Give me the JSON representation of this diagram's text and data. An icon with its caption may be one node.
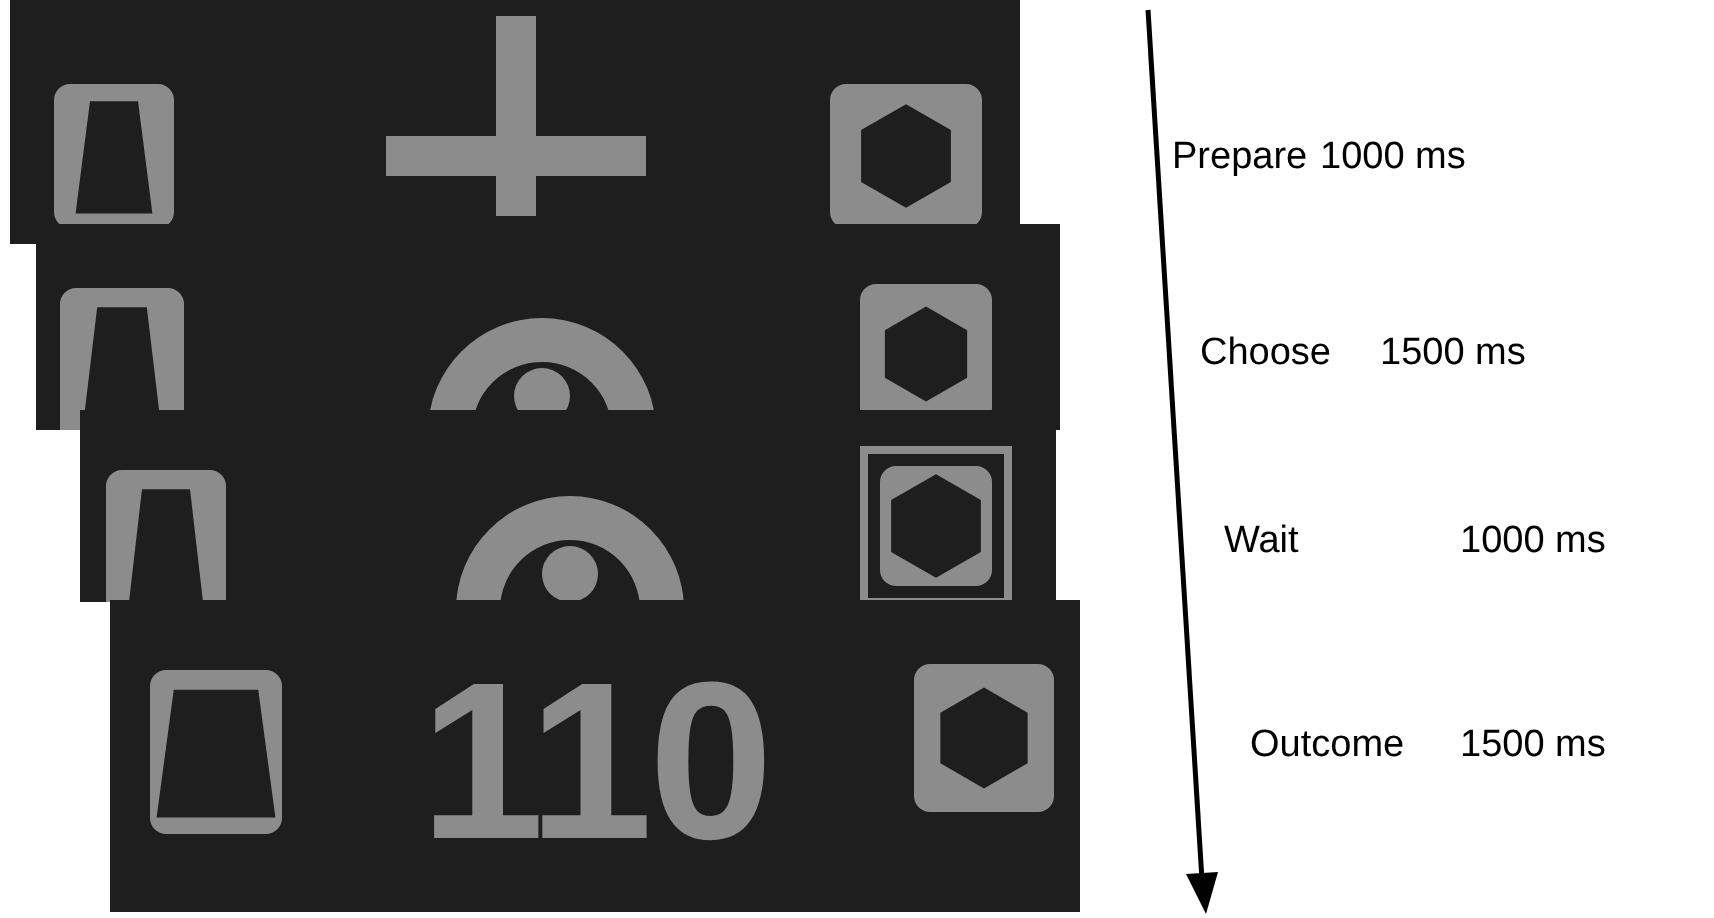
{
  "diagram": {
    "labels": [
      "Prepare",
      "1000 ms",
      "Choose",
      "1500 ms",
      "Wait",
      "1000 ms",
      "110",
      "Outcome",
      "1500 ms"
    ]
  }
}
